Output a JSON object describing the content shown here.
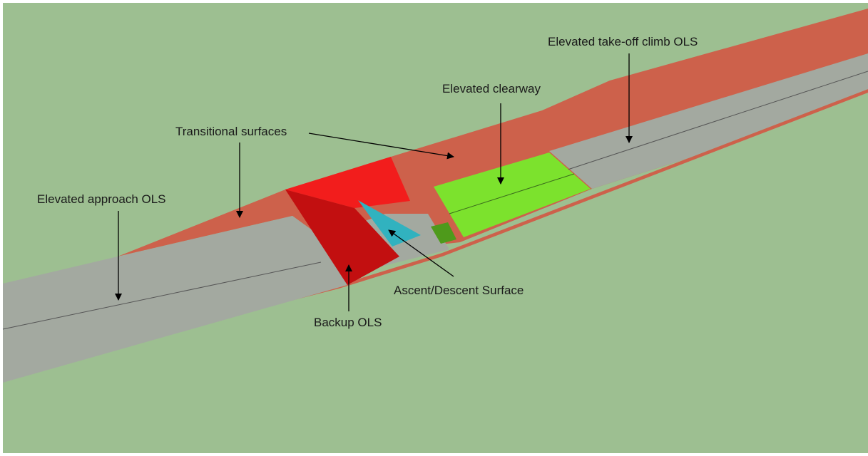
{
  "colors": {
    "background": "#9dbf91",
    "transitional": "#cd614b",
    "ols_grey": "#a3a9a0",
    "backup_face_top": "#f21d1c",
    "backup_face_side": "#c20f10",
    "ascent_descent": "#31b2bf",
    "clearway": "#7ce22d",
    "clearway_dark": "#4e9a1b",
    "arrow": "#000000"
  },
  "labels": {
    "takeoff_climb": "Elevated take-off climb OLS",
    "clearway": "Elevated clearway",
    "transitional": "Transitional surfaces",
    "approach": "Elevated approach OLS",
    "ascent_descent": "Ascent/Descent Surface",
    "backup": "Backup OLS"
  }
}
